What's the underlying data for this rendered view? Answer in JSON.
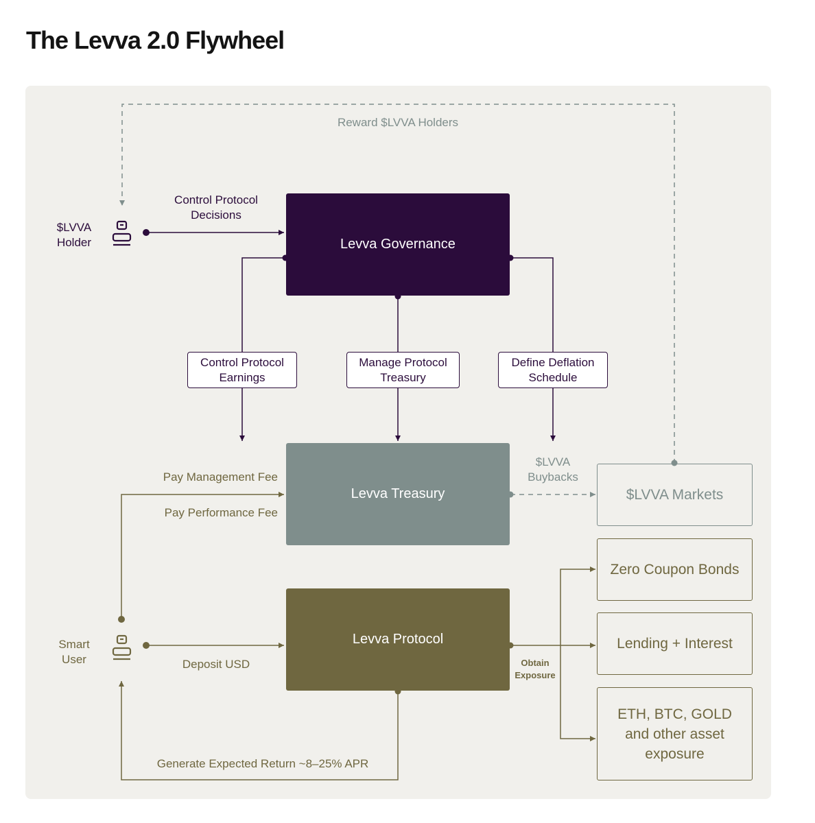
{
  "title": "The Levva 2.0 Flywheel",
  "colors": {
    "governance": "#2b0c3b",
    "treasury": "#7f8e8c",
    "protocol": "#6f6740",
    "panel": "#f1f0ec"
  },
  "icons": {
    "holder_icon": "person-icon",
    "user_icon": "person-icon"
  },
  "actors": {
    "holder": "$LVVA\nHolder",
    "smart_user": "Smart\nUser"
  },
  "boxes": {
    "governance": "Levva Governance",
    "treasury": "Levva Treasury",
    "protocol": "Levva Protocol",
    "markets": "$LVVA Markets"
  },
  "governance_actions": {
    "control_earnings": "Control Protocol\nEarnings",
    "manage_treasury": "Manage Protocol\nTreasury",
    "deflation": "Define Deflation\nSchedule"
  },
  "exposures": {
    "bonds": "Zero Coupon Bonds",
    "lending": "Lending + Interest",
    "assets": "ETH, BTC, GOLD\nand other asset\nexposure"
  },
  "edge_labels": {
    "reward": "Reward $LVVA Holders",
    "control_decisions": "Control Protocol\nDecisions",
    "buybacks": "$LVVA\nBuybacks",
    "management_fee": "Pay Management Fee",
    "performance_fee": "Pay Performance Fee",
    "deposit": "Deposit USD",
    "obtain_exposure": "Obtain\nExposure",
    "expected_return": "Generate Expected Return ~8–25% APR"
  }
}
